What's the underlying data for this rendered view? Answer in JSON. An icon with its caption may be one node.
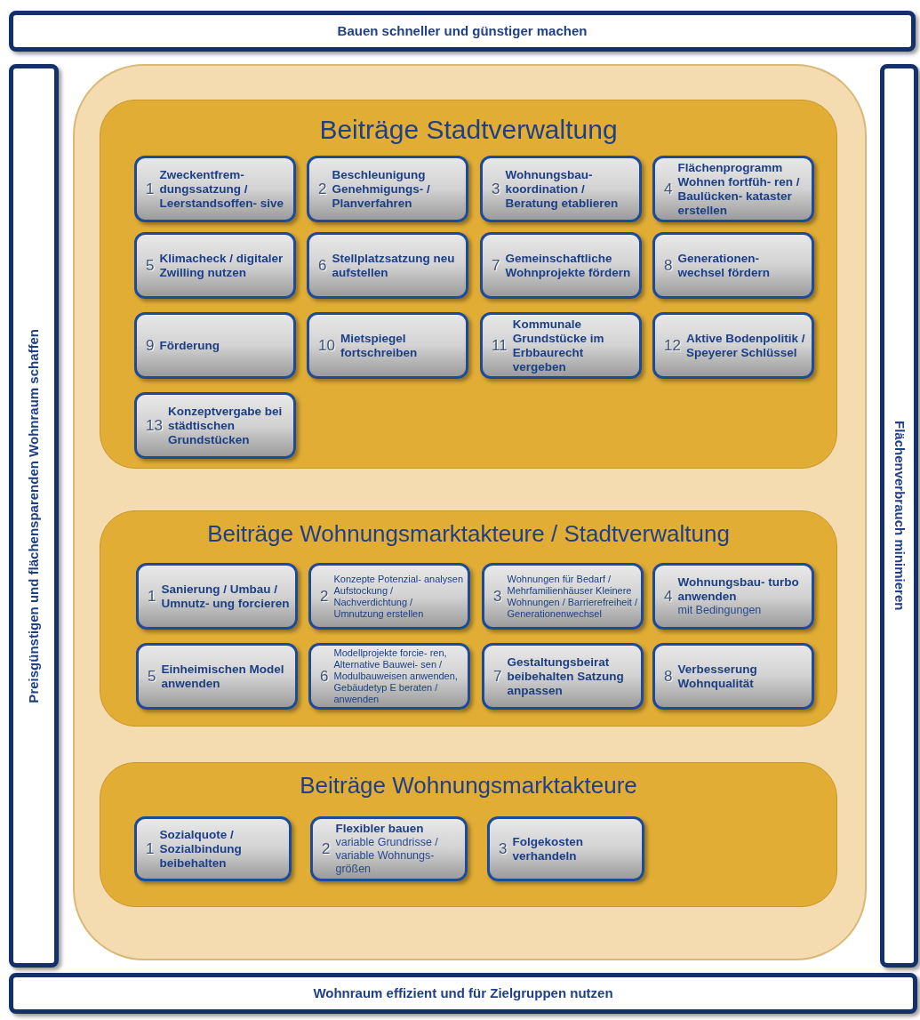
{
  "diagram": {
    "nodes": [
      {
        "text": [
          "Bauen schneller und günstiger machen"
        ]
      },
      {
        "text": [
          "Preisgünstigen und flächensparenden Wohnraum schaffen"
        ]
      },
      {
        "text": [
          "Flächenverbrauch minimieren"
        ]
      },
      {
        "text": [
          "Wohnraum effizient und für Zielgruppen nutzen"
        ]
      },
      {
        "text": [],
        "shape": "box"
      },
      {
        "text": [
          "Beiträge Stadtverwaltung"
        ],
        "in": 4
      },
      {
        "text": [
          "1",
          "Zweckentfrem- dungssatzung / Leerstandsoffen- sive"
        ],
        "in": 5
      },
      {
        "text": [
          "2",
          "Beschleunigung Genehmigungs- / Planverfahren"
        ],
        "in": 5
      },
      {
        "text": [
          "3",
          "Wohnungsbau- koordination / Beratung etablieren"
        ],
        "in": 5
      },
      {
        "text": [
          "4",
          "Flächenprogramm Wohnen fortfüh- ren / Baulücken- kataster erstellen"
        ],
        "in": 5
      },
      {
        "text": [
          "5",
          "Klimacheck / digitaler Zwilling nutzen"
        ],
        "in": 5
      },
      {
        "text": [
          "6",
          "Stellplatzsatzung neu aufstellen"
        ],
        "in": 5
      },
      {
        "text": [
          "7",
          "Gemeinschaftliche Wohnprojekte fördern"
        ],
        "in": 5
      },
      {
        "text": [
          "8",
          "Generationen- wechsel fördern"
        ],
        "in": 5
      },
      {
        "text": [
          "9",
          "Förderung"
        ],
        "in": 5
      },
      {
        "text": [
          "10",
          "Mietspiegel fortschreiben"
        ],
        "in": 5
      },
      {
        "text": [
          "11",
          "Kommunale Grundstücke im Erbbaurecht vergeben"
        ],
        "in": 5
      },
      {
        "text": [
          "12",
          "Aktive Bodenpolitik / Speyerer Schlüssel"
        ],
        "in": 5
      },
      {
        "text": [
          "13",
          "Konzeptvergabe bei städtischen Grundstücken"
        ],
        "in": 5
      },
      {
        "text": [
          "Beiträge Wohnungsmarktakteure / Stadtverwaltung"
        ],
        "in": 4
      },
      {
        "text": [
          "1",
          "Sanierung / Umbau / Umnutz- ung forcieren"
        ],
        "in": 19
      },
      {
        "text": [
          "2",
          "Konzepte Potenzial- analysen Aufstockung / Nachverdichtung / Umnutzung erstellen"
        ],
        "in": 19
      },
      {
        "text": [
          "3",
          "Wohnungen für Bedarf / Mehrfamilienhäuser Kleinere Wohnungen / Barrierefreiheit / Generationenwechsel"
        ],
        "in": 19
      },
      {
        "text": [
          "4",
          "Wohnungsbau- turbo anwenden",
          "mit Bedingungen"
        ],
        "in": 19
      },
      {
        "text": [
          "5",
          "Einheimischen Model anwenden"
        ],
        "in": 19
      },
      {
        "text": [
          "6",
          "Modellprojekte forcie- ren, Alternative Bauwei- sen / Modulbauweisen anwenden, Gebäudetyp E beraten / anwenden"
        ],
        "in": 19
      },
      {
        "text": [
          "7",
          "Gestaltungsbeirat beibehalten Satzung anpassen"
        ],
        "in": 19
      },
      {
        "text": [
          "8",
          "Verbesserung Wohnqualität"
        ],
        "in": 19
      },
      {
        "text": [
          "Beiträge Wohnungsmarktakteure"
        ],
        "in": 4
      },
      {
        "text": [
          "1",
          "Sozialquote / Sozialbindung beibehalten"
        ],
        "in": 28
      },
      {
        "text": [
          "2",
          "Flexibler bauen",
          "variable Grundrisse / variable Wohnungs- größen"
        ],
        "in": 28
      },
      {
        "text": [
          "3",
          "Folgekosten verhandeln"
        ],
        "in": 28
      }
    ]
  }
}
